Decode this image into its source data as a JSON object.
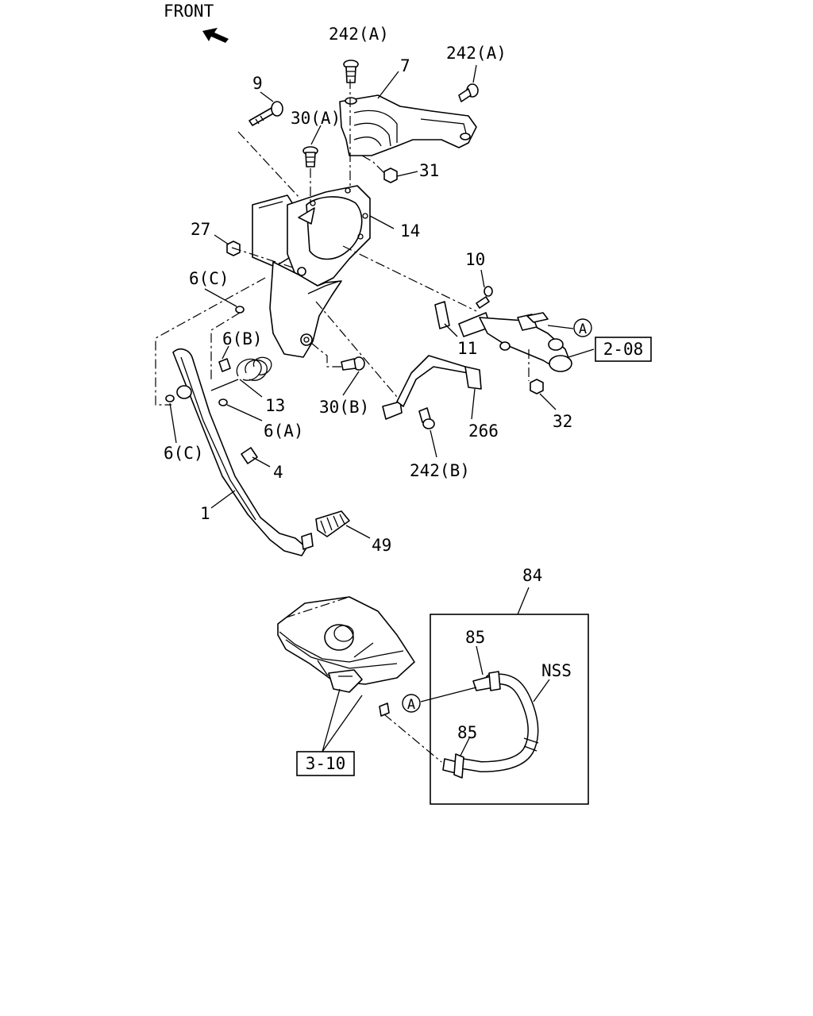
{
  "orientation": {
    "front_label": "FRONT",
    "icon": "arrow-up-left-icon"
  },
  "callouts": {
    "c242a_top": "242(A)",
    "c242a_right": "242(A)",
    "c7": "7",
    "c9": "9",
    "c30a": "30(A)",
    "c31": "31",
    "c14": "14",
    "c27": "27",
    "c10": "10",
    "c6c_upper": "6(C)",
    "c11": "11",
    "c6b": "6(B)",
    "c13": "13",
    "c30b": "30(B)",
    "c6a": "6(A)",
    "c266": "266",
    "c32": "32",
    "c6c_lower": "6(C)",
    "c4": "4",
    "c242b": "242(B)",
    "c1": "1",
    "c49": "49",
    "c84": "84",
    "c85_upper": "85",
    "c85_lower": "85",
    "nss": "NSS"
  },
  "references": {
    "ref_2_08": "2-08",
    "ref_3_10": "3-10"
  },
  "connectors": {
    "upper": "A",
    "lower": "A"
  }
}
